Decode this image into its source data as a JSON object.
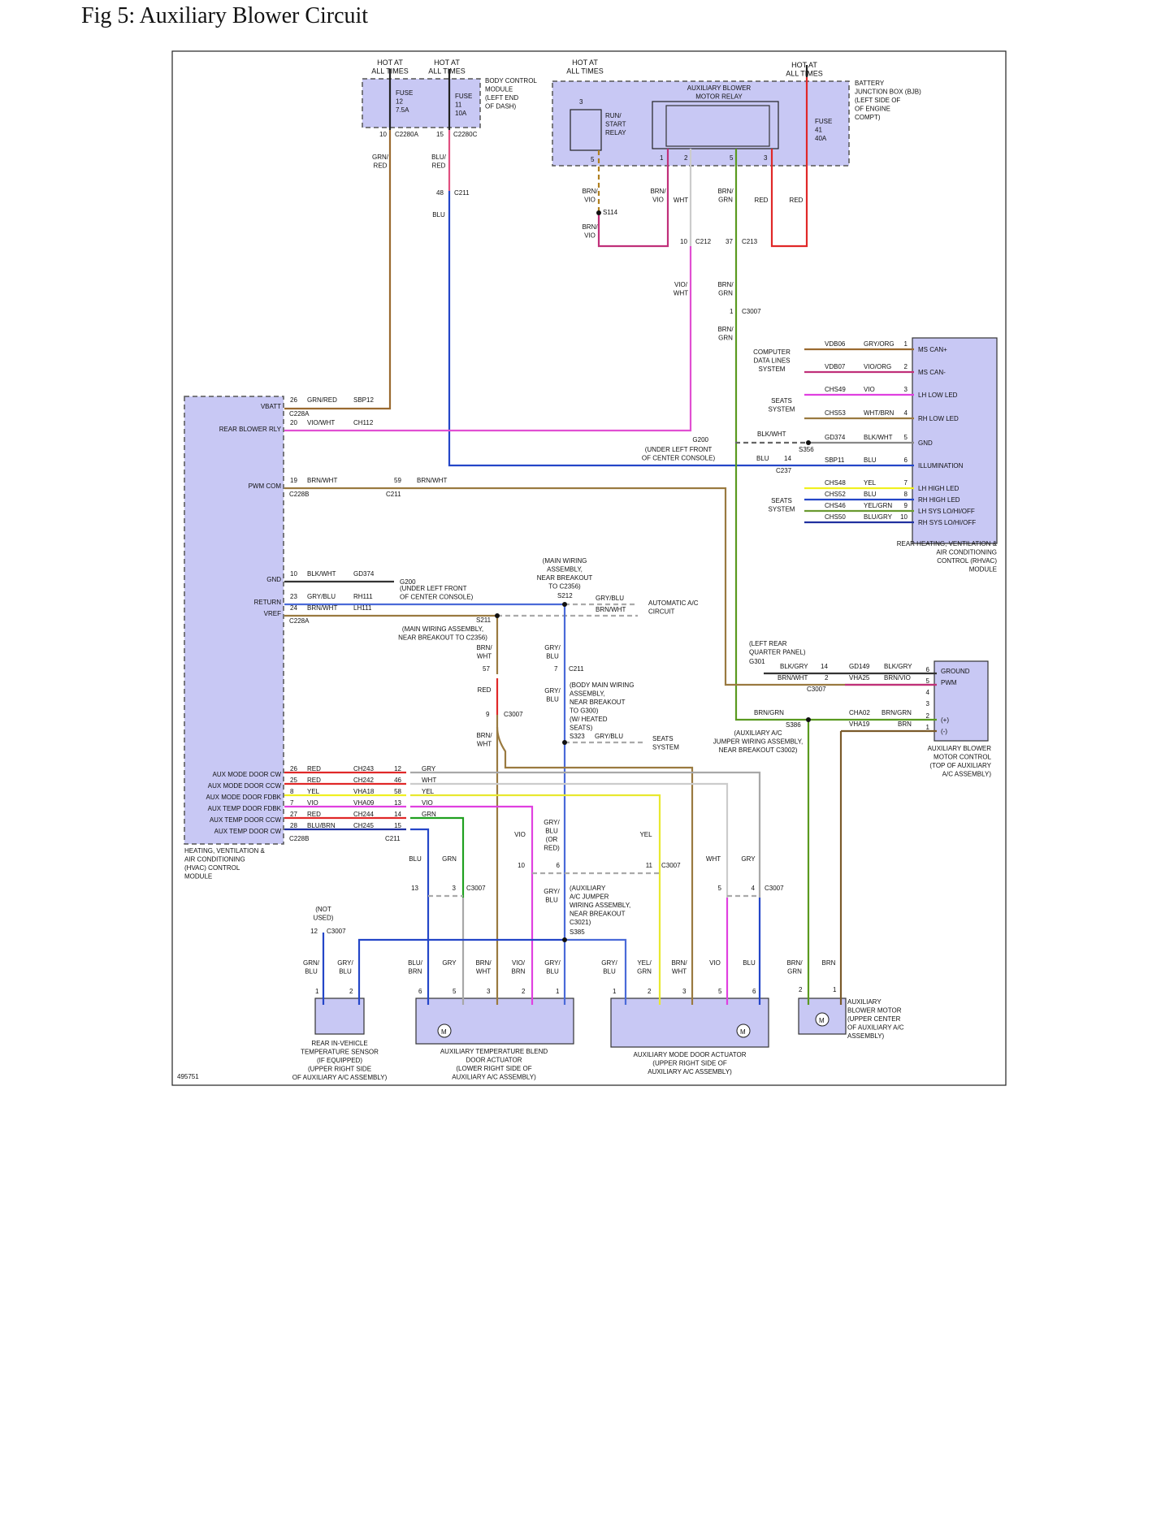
{
  "figure": {
    "title": "Fig 5: Auxiliary Blower Circuit",
    "ref_number": "495751"
  },
  "colors": {
    "grn_red": "#9a6a30",
    "vio_wht": "#e14fd2",
    "blu": "#2446c8",
    "brn_wht": "#9a7a40",
    "blk_wht": "#333333",
    "gry_blu": "#4a6ad8",
    "brn_vio": "#c0307a",
    "red": "#e02828",
    "brn_grn": "#5a9a20",
    "brn": "#7a5a2a",
    "yel": "#f0f020",
    "vio": "#e040e0",
    "gry": "#a8a8a8",
    "wht": "#cccccc",
    "grn": "#20a020",
    "blu_brn": "#2030a0",
    "module_fill": "#c8c8f4"
  },
  "top": {
    "hot1": "HOT AT\nALL TIMES",
    "hot2": "HOT AT\nALL TIMES",
    "hot3": "HOT AT\nALL TIMES",
    "hot4": "HOT AT\nALL TIMES",
    "fuse12": "FUSE\n12\n7.5A",
    "fuse11": "FUSE\n11\n10A",
    "fuse41": "FUSE\n41\n40A",
    "bcm_label": "BODY CONTROL\nMODULE\n(LEFT END\nOF DASH)",
    "bjb_label": "BATTERY\nJUNCTION BOX (BJB)\n(LEFT SIDE OF\nOF ENGINE\nCOMPT)",
    "relay_label": "AUXILIARY BLOWER\nMOTOR RELAY",
    "run_start": "RUN/\nSTART\nRELAY",
    "c2280a": "C2280A",
    "c2280c": "C2280C",
    "pin10": "10",
    "pin15": "15",
    "pin3": "3",
    "pin5": "5",
    "p1": "1",
    "p2": "2",
    "p5": "5",
    "p3": "3",
    "grn_red_v": "GRN/\nRED",
    "blu_red_v": "BLU/\nRED",
    "c211_48": "48",
    "c211": "C211",
    "blu_v": "BLU",
    "brn_vio1": "BRN/\nVIO",
    "s114": "S114",
    "brn_vio2": "BRN/\nVIO",
    "brn_vio3": "BRN/\nVIO",
    "wht_v": "WHT",
    "brn_grn_v": "BRN/\nGRN",
    "red1": "RED",
    "red2": "RED",
    "c212_pin": "10",
    "c212": "C212",
    "c213_pin": "37",
    "c213": "C213",
    "vio_wht_v": "VIO/\nWHT",
    "brn_grn_v2": "BRN/\nGRN",
    "c3007_pin1": "1",
    "c3007a": "C3007",
    "brn_grn_v3": "BRN/\nGRN"
  },
  "hvac": {
    "label": "HEATING, VENTILATION &\nAIR CONDITIONING\n(HVAC) CONTROL\nMODULE",
    "vbatt": "VBATT",
    "rear_blower_rly": "REAR BLOWER RLY",
    "pwm_com": "PWM COM",
    "gnd": "GND",
    "return": "RETURN",
    "vref": "VREF",
    "aux_mode_cw": "AUX MODE DOOR CW",
    "aux_mode_ccw": "AUX MODE DOOR CCW",
    "aux_mode_fdbk": "AUX MODE DOOR FDBK",
    "aux_temp_fdbk": "AUX TEMP DOOR FDBK",
    "aux_temp_ccw": "AUX TEMP DOOR CCW",
    "aux_temp_cw": "AUX TEMP DOOR CW",
    "c228a": "C228A",
    "c228b": "C228B",
    "c228a2": "C228A",
    "c228b2": "C228B",
    "pins": [
      "26",
      "20",
      "19",
      "10",
      "23",
      "24",
      "26",
      "25",
      "8",
      "7",
      "27",
      "28"
    ],
    "colors": [
      "GRN/RED",
      "VIO/WHT",
      "BRN/WHT",
      "BLK/WHT",
      "GRY/BLU",
      "BRN/WHT",
      "RED",
      "RED",
      "YEL",
      "VIO",
      "RED",
      "BLU/BRN"
    ],
    "circuits": [
      "SBP12",
      "CH112",
      "",
      "GD374",
      "RH111",
      "LH111",
      "CH243",
      "CH242",
      "VHA18",
      "VHA09",
      "CH244",
      "CH245"
    ]
  },
  "mid": {
    "c211_59": "59",
    "c211b": "C211",
    "brn_wht_h": "BRN/WHT",
    "g200_a": "G200",
    "g200_a_note": "(UNDER LEFT FRONT\nOF CENTER CONSOLE)",
    "main_wiring_1": "(MAIN WIRING\nASSEMBLY,\nNEAR BREAKOUT\nTO C2356)",
    "s212": "S212",
    "gry_blu_h": "GRY/BLU",
    "brn_wht_h2": "BRN/WHT",
    "auto_ac": "AUTOMATIC A/C\nCIRCUIT",
    "s211": "S211",
    "main_wiring_2": "(MAIN WIRING ASSEMBLY,\nNEAR BREAKOUT TO C2356)",
    "brn_wht_v": "BRN/\nWHT",
    "gry_blu_v": "GRY/\nBLU",
    "pin57": "57",
    "pin7": "7",
    "c211c": "C211",
    "red_v": "RED",
    "gry_blu_v2": "GRY/\nBLU",
    "body_main": "(BODY MAIN WIRING\nASSEMBLY,\nNEAR BREAKOUT\nTO G300)\n(W/ HEATED\nSEATS)",
    "pin9": "9",
    "c3007b": "C3007",
    "brn_wht_v2": "BRN/\nWHT",
    "s323": "S323",
    "gry_blu_h2": "GRY/BLU",
    "seats_sys": "SEATS\nSYSTEM"
  },
  "rhvac": {
    "label": "REAR HEATING, VENTILATION &\nAIR CONDITIONING\nCONTROL (RHVAC)\nMODULE",
    "pins": [
      {
        "pin": "1",
        "name": "MS CAN+",
        "circ": "VDB06",
        "color": "GRY/ORG"
      },
      {
        "pin": "2",
        "name": "MS CAN-",
        "circ": "VDB07",
        "color": "VIO/ORG"
      },
      {
        "pin": "3",
        "name": "LH LOW LED",
        "circ": "CHS49",
        "color": "VIO"
      },
      {
        "pin": "4",
        "name": "RH LOW LED",
        "circ": "CHS53",
        "color": "WHT/BRN"
      },
      {
        "pin": "5",
        "name": "GND",
        "circ": "GD374",
        "color": "BLK/WHT"
      },
      {
        "pin": "6",
        "name": "ILLUMINATION",
        "circ": "SBP11",
        "color": "BLU"
      },
      {
        "pin": "7",
        "name": "LH HIGH LED",
        "circ": "CHS48",
        "color": "YEL"
      },
      {
        "pin": "8",
        "name": "RH HIGH LED",
        "circ": "CHS52",
        "color": "BLU"
      },
      {
        "pin": "9",
        "name": "LH SYS LO/HI/OFF",
        "circ": "CHS46",
        "color": "YEL/GRN"
      },
      {
        "pin": "10",
        "name": "RH SYS LO/HI/OFF",
        "circ": "CHS50",
        "color": "BLU/GRY"
      }
    ],
    "comp_data": "COMPUTER\nDATA LINES\nSYSTEM",
    "seats1": "SEATS\nSYSTEM",
    "seats2": "SEATS\nSYSTEM",
    "g200_b": "G200",
    "blk_wht_b": "BLK/WHT",
    "s356": "S356",
    "g200_b_note": "(UNDER LEFT FRONT\nOF CENTER CONSOLE)",
    "blu_b": "BLU",
    "c237_pin": "14",
    "c237": "C237"
  },
  "abmc": {
    "label": "AUXILIARY BLOWER\nMOTOR CONTROL\n(TOP OF AUXILIARY\nA/C ASSEMBLY)",
    "ground": "GROUND",
    "pwm": "PWM",
    "plus": "(+)",
    "minus": "(-)",
    "g301_note": "(LEFT REAR\nQUARTER PANEL)",
    "g301": "G301",
    "blk_gry": "BLK/GRY",
    "c3007_14": "14",
    "gd149": "GD149",
    "blk_gry2": "BLK/GRY",
    "brn_wht": "BRN/WHT",
    "c3007_2": "2",
    "vha25": "VHA25",
    "brn_vio": "BRN/VIO",
    "c3007c": "C3007",
    "brn_grn": "BRN/GRN",
    "cha02": "CHA02",
    "brn_grn2": "BRN/GRN",
    "s386": "S386",
    "s386_note": "(AUXILIARY A/C\nJUMPER WIRING ASSEMBLY,\nNEAR BREAKOUT C3002)",
    "vha19": "VHA19",
    "brn": "BRN",
    "pins": [
      "6",
      "5",
      "4",
      "3",
      "2",
      "1"
    ]
  },
  "bottom": {
    "c211_pins": [
      "12",
      "46",
      "58",
      "13",
      "14",
      "15"
    ],
    "c211_colors": [
      "GRY",
      "WHT",
      "YEL",
      "VIO",
      "GRN",
      ""
    ],
    "c211d": "C211",
    "blu": "BLU",
    "grn": "GRN",
    "vio": "VIO",
    "gry_blu_or_red": "GRY/\nBLU\n(OR\nRED)",
    "yel": "YEL",
    "wht": "WHT",
    "gry": "GRY",
    "pin13": "13",
    "pin3": "3",
    "c3007d": "C3007",
    "pin10": "10",
    "pin6": "6",
    "pin11": "11",
    "c3007e": "C3007",
    "pin5": "5",
    "pin4": "4",
    "c3007f": "C3007",
    "gry_blu_v3": "GRY/\nBLU",
    "aux_jumper": "(AUXILIARY\nA/C JUMPER\nWIRING ASSEMBLY,\nNEAR BREAKOUT\nC3021)",
    "s385": "S385",
    "not_used": "(NOT\nUSED)",
    "pin12": "12",
    "c3007g": "C3007",
    "sensor_colors": [
      "GRN/\nBLU",
      "GRY/\nBLU"
    ],
    "blend_colors": [
      "BLU/\nBRN",
      "GRY",
      "BRN/\nWHT",
      "VIO/\nBRN",
      "GRY/\nBLU"
    ],
    "mode_colors": [
      "GRY/\nBLU",
      "YEL/\nGRN",
      "BRN/\nWHT",
      "VIO",
      "BLU"
    ],
    "motor_colors": [
      "BRN/\nGRN",
      "BRN"
    ],
    "sensor_pins": [
      "1",
      "2"
    ],
    "blend_pins": [
      "6",
      "5",
      "3",
      "2",
      "1"
    ],
    "mode_pins": [
      "1",
      "2",
      "3",
      "5",
      "6"
    ],
    "motor_pins": [
      "2",
      "1"
    ],
    "sensor_label": "REAR IN-VEHICLE\nTEMPERATURE SENSOR\n(IF EQUIPPED)\n(UPPER RIGHT SIDE\nOF AUXILIARY A/C ASSEMBLY)",
    "blend_label": "AUXILIARY TEMPERATURE BLEND\nDOOR ACTUATOR\n(LOWER RIGHT SIDE OF\nAUXILIARY A/C ASSEMBLY)",
    "mode_label": "AUXILIARY MODE DOOR ACTUATOR\n(UPPER RIGHT SIDE OF\nAUXILIARY A/C ASSEMBLY)",
    "motor_label": "AUXILIARY\nBLOWER MOTOR\n(UPPER CENTER\nOF AUXILIARY A/C\nASSEMBLY)"
  }
}
